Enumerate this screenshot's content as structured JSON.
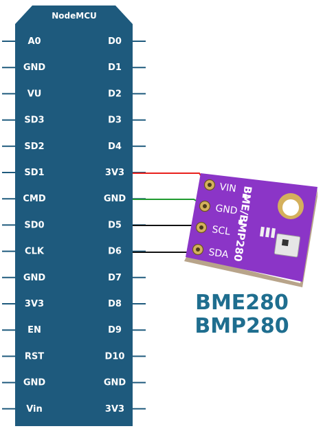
{
  "board": {
    "title": "NodeMCU",
    "color": "#1e5a7d",
    "left_pins": [
      "A0",
      "GND",
      "VU",
      "SD3",
      "SD2",
      "SD1",
      "CMD",
      "SD0",
      "CLK",
      "GND",
      "3V3",
      "EN",
      "RST",
      "GND",
      "Vin"
    ],
    "right_pins": [
      "D0",
      "D1",
      "D2",
      "D3",
      "D4",
      "3V3",
      "GND",
      "D5",
      "D6",
      "D7",
      "D8",
      "D9",
      "D10",
      "GND",
      "3V3"
    ]
  },
  "sensor": {
    "pins": [
      "VIN",
      "GND",
      "SCL",
      "SDA"
    ],
    "module_name": "BME/BMP280",
    "color": "#8b35c7"
  },
  "wires": [
    {
      "from": "3V3",
      "to": "VIN",
      "color": "#e8201c"
    },
    {
      "from": "GND",
      "to": "GND",
      "color": "#1f9a2f"
    },
    {
      "from": "D5",
      "to": "SCL",
      "color": "#111111"
    },
    {
      "from": "D6",
      "to": "SDA",
      "color": "#111111"
    }
  ],
  "caption": {
    "line1": "BME280",
    "line2": "BMP280",
    "color": "#1f6e8f"
  }
}
